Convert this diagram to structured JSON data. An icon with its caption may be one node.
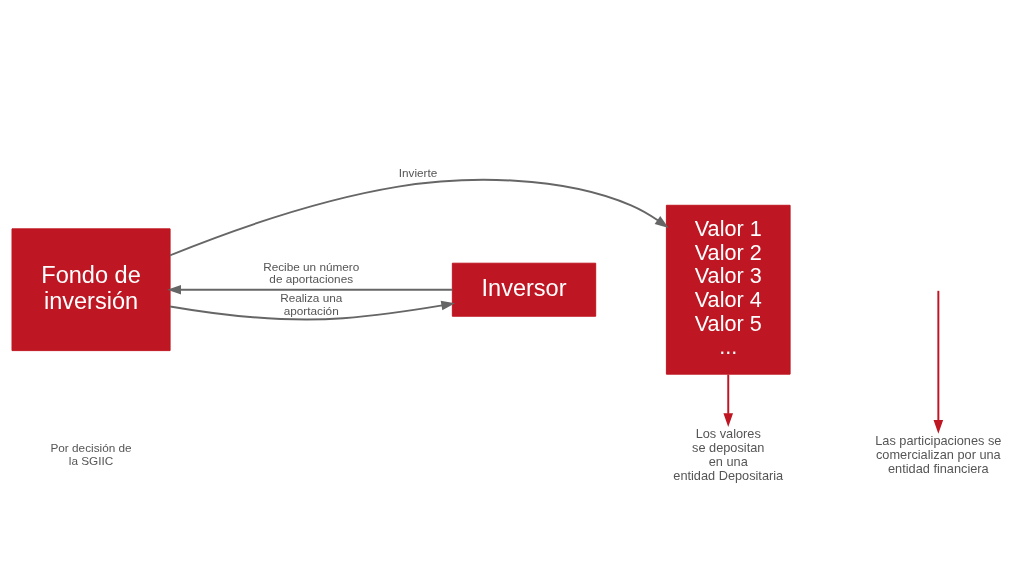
{
  "diagram": {
    "nodes": [
      {
        "text": [
          "Valor 1",
          "Valor 2",
          "Valor 3",
          "Valor 4",
          "Valor 5",
          "..."
        ]
      },
      {
        "text": [
          "Fondo de inversión"
        ]
      },
      {
        "text": [
          "Inversor"
        ]
      },
      {
        "text": [
          "Los valores se depositan en una entidad Depositaria"
        ]
      },
      {
        "text": [
          "Las participaciones se comercializan por una entidad financiera"
        ]
      }
    ],
    "edges": [
      {
        "from": 1,
        "to": 0,
        "arrow": "to",
        "label": "Invierte"
      },
      {
        "from": 1,
        "to": 2,
        "arrow": "to",
        "label": "Realiza una aportación"
      },
      {
        "from": 2,
        "to": 1,
        "arrow": "to",
        "label": "Recibe un número de aportaciones"
      },
      {
        "from": 0,
        "to": 3,
        "arrow": "to",
        "color": "#be1622"
      },
      {
        "from": null,
        "to": 4,
        "arrow": "to",
        "color": "#be1622"
      }
    ],
    "labels": [
      "Por decisión de la SGIIC"
    ]
  }
}
